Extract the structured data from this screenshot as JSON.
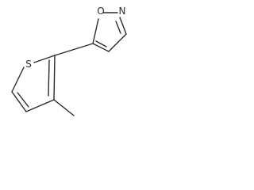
{
  "molecule": {
    "atoms": {
      "isoxazole_oxygen": "O",
      "isoxazole_nitrogen": "N",
      "thiophene_sulfur": "S"
    }
  },
  "colors": {
    "bond": "#2b2b2b",
    "label": "#2b2b2b",
    "background": "#ffffff"
  }
}
